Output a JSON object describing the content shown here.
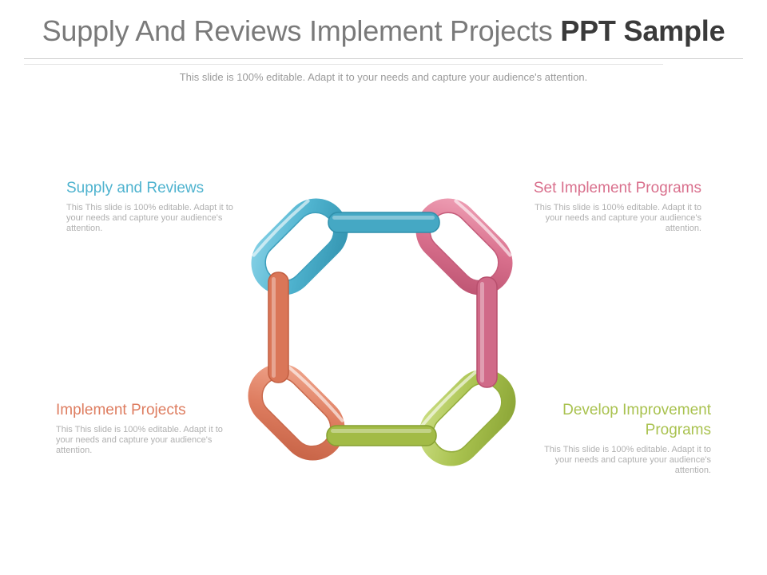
{
  "slide": {
    "title_normal": "Supply And Reviews Implement Projects",
    "title_bold": "PPT Sample",
    "subtitle": "This slide is 100% editable. Adapt it to your needs and capture your audience's attention."
  },
  "colors": {
    "blue": "#4fb3cf",
    "pink": "#d9708d",
    "orange": "#de7d60",
    "green": "#a9c24f"
  },
  "blocks": {
    "supply": {
      "heading": "Supply  and Reviews",
      "body": "This This slide is 100% editable. Adapt it to your needs and capture your audience's attention."
    },
    "set_implement": {
      "heading": "Set Implement  Programs",
      "body": "This This slide is 100% editable. Adapt it to your needs and capture your audience's attention."
    },
    "implement_projects": {
      "heading": "Implement  Projects",
      "body": "This This slide is 100% editable. Adapt it to your needs and capture your audience's attention."
    },
    "develop": {
      "heading": "Develop Improvement Programs",
      "body": "This This slide is 100% editable. Adapt it to your needs and capture your audience's attention."
    }
  }
}
